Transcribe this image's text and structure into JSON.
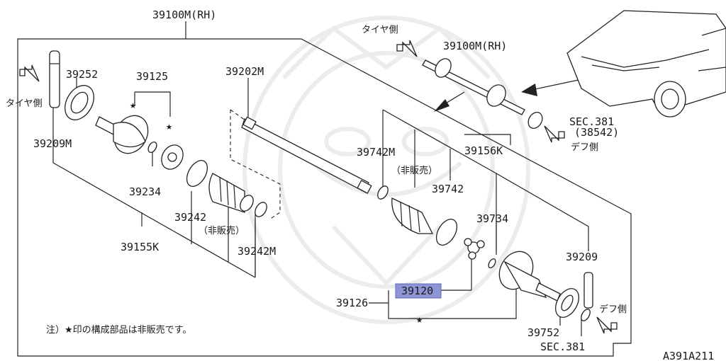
{
  "diagram_id": "A391A211",
  "colors": {
    "highlight": "#8e95d6",
    "line": "#222222",
    "watermark": "#ececec"
  },
  "labels": {
    "top_title": "39100M(RH)",
    "inset_title": "39100M(RH)",
    "tire_side_left": "タイヤ側",
    "tire_side_inset": "タイヤ側",
    "diff_side_inset": "デフ側",
    "diff_side_right": "デフ側",
    "p39252": "39252",
    "p39125": "39125",
    "p39202M": "39202M",
    "p39209M": "39209M",
    "p39234": "39234",
    "p39242": "39242",
    "not_sold_1": "（非販売）",
    "p39155K": "39155K",
    "p39242M": "39242M",
    "p39742M": "39742M",
    "not_sold_2": "（非販売）",
    "p39156K": "39156K",
    "p39742": "39742",
    "p39734": "39734",
    "p39209": "39209",
    "p39120": "39120",
    "p39126": "39126",
    "p39752": "39752",
    "sec381_bottom": "SEC.381",
    "sec381_inset": "SEC.381",
    "sec38542_inset": "(38542)",
    "note": "注）★印の構成部品は非販売です。"
  }
}
